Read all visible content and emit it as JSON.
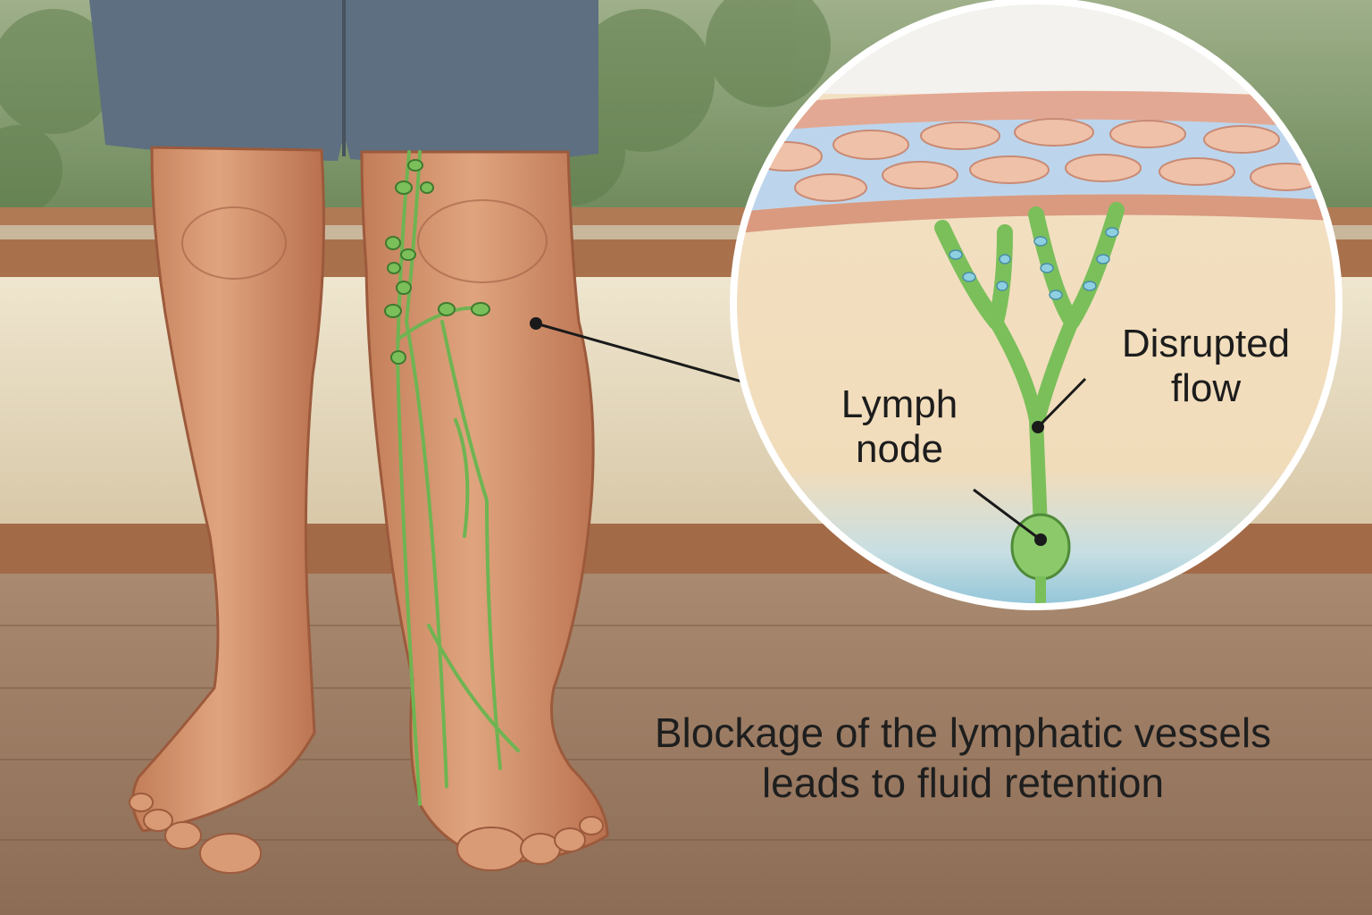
{
  "labels": {
    "lymph_node": [
      "Lymph",
      "node"
    ],
    "disrupted_flow": [
      "Disrupted",
      "flow"
    ]
  },
  "caption": [
    "Blockage of the lymphatic vessels",
    "leads to fluid retention"
  ],
  "colors": {
    "skin": "#d69a74",
    "skin_shadow": "#b8704f",
    "lymph_vessel": "#7bbf5a",
    "lymph_fluid": "#8fd0e0",
    "shorts": "#5d6f80",
    "floor": "#9a7a62",
    "wall": "#e6dcc2",
    "text": "#1c1c1c"
  }
}
